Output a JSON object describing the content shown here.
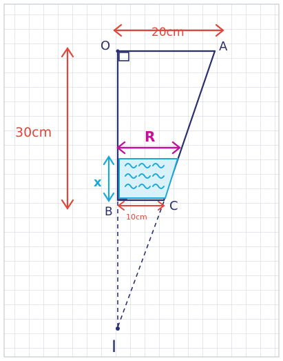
{
  "points": {
    "O": "O",
    "A": "A",
    "B": "B",
    "C": "C",
    "I": "I"
  },
  "labels": {
    "oa_length": "20cm",
    "height": "30cm",
    "radius": "R",
    "water_height": "x",
    "bc_length": "10cm"
  },
  "colors": {
    "red": "#e0463a",
    "magenta": "#c0129a",
    "cyan": "#1aa8d8",
    "ink": "#2a2f6e",
    "grid": "#c9d0d8"
  }
}
